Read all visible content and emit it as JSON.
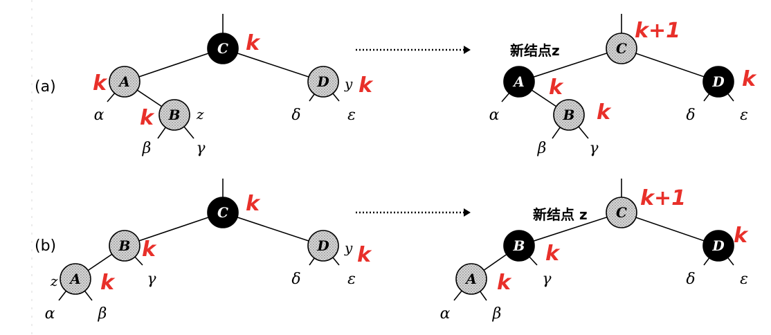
{
  "panels": [
    {
      "label": "(a)",
      "left": {
        "nodes": [
          {
            "id": "C",
            "text": "C",
            "color": "black",
            "annotation": "k"
          },
          {
            "id": "A",
            "text": "A",
            "color": "gray",
            "annotation": "k"
          },
          {
            "id": "B",
            "text": "B",
            "color": "gray",
            "annotation": "k",
            "pointer": "z"
          },
          {
            "id": "D",
            "text": "D",
            "color": "gray",
            "annotation": "k",
            "pointer": "y"
          }
        ],
        "leaves": [
          "α",
          "β",
          "γ",
          "δ",
          "ε"
        ]
      },
      "right": {
        "new_node_label": "新结点z",
        "nodes": [
          {
            "id": "C",
            "text": "C",
            "color": "gray",
            "annotation": "k+1"
          },
          {
            "id": "A",
            "text": "A",
            "color": "black",
            "annotation": "k"
          },
          {
            "id": "B",
            "text": "B",
            "color": "gray",
            "annotation": "k"
          },
          {
            "id": "D",
            "text": "D",
            "color": "black",
            "annotation": "k"
          }
        ],
        "leaves": [
          "α",
          "β",
          "γ",
          "δ",
          "ε"
        ]
      }
    },
    {
      "label": "(b)",
      "left": {
        "nodes": [
          {
            "id": "C",
            "text": "C",
            "color": "black",
            "annotation": "k"
          },
          {
            "id": "B",
            "text": "B",
            "color": "gray",
            "annotation": "k"
          },
          {
            "id": "A",
            "text": "A",
            "color": "gray",
            "annotation": "k",
            "pointer": "z"
          },
          {
            "id": "D",
            "text": "D",
            "color": "gray",
            "annotation": "k",
            "pointer": "y"
          }
        ],
        "leaves": [
          "α",
          "β",
          "γ",
          "δ",
          "ε"
        ]
      },
      "right": {
        "new_node_label": "新结点 z",
        "nodes": [
          {
            "id": "C",
            "text": "C",
            "color": "gray",
            "annotation": "k+1"
          },
          {
            "id": "B",
            "text": "B",
            "color": "black",
            "annotation": "k"
          },
          {
            "id": "A",
            "text": "A",
            "color": "gray",
            "annotation": "k"
          },
          {
            "id": "D",
            "text": "D",
            "color": "black",
            "annotation": "k"
          }
        ],
        "leaves": [
          "α",
          "β",
          "γ",
          "δ",
          "ε"
        ]
      }
    }
  ],
  "colors": {
    "black_node": "#000000",
    "gray_node": "#c9c9c9",
    "annotation": "#e8302a",
    "line": "#000000"
  }
}
